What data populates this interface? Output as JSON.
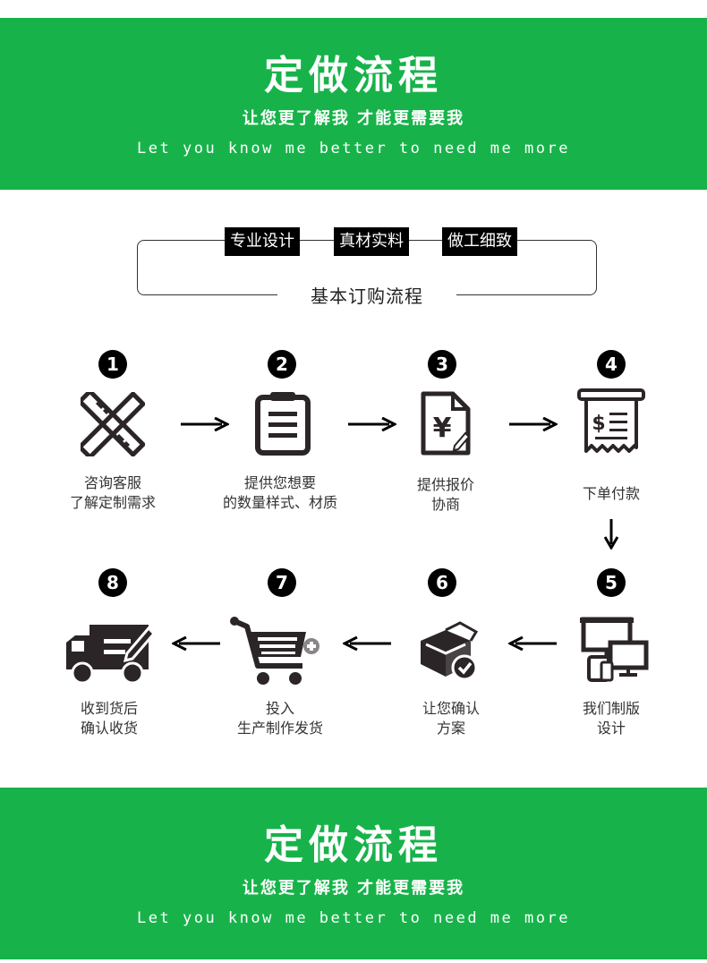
{
  "banner": {
    "title": "定做流程",
    "subtitle": "让您更了解我 才能更需要我",
    "english": "Let you know me better to need me more"
  },
  "tags": [
    "专业设计",
    "真材实料",
    "做工细致"
  ],
  "frame_title": "基本订购流程",
  "steps": [
    {
      "number": "1",
      "icon": "ruler-pencil-icon",
      "line1": "咨询客服",
      "line2": "了解定制需求"
    },
    {
      "number": "2",
      "icon": "clipboard-icon",
      "line1": "提供您想要",
      "line2": "的数量样式、材质"
    },
    {
      "number": "3",
      "icon": "yuan-document-icon",
      "line1": "提供报价",
      "line2": "协商"
    },
    {
      "number": "4",
      "icon": "receipt-icon",
      "line1": "下单付款",
      "line2": ""
    },
    {
      "number": "5",
      "icon": "devices-icon",
      "line1": "我们制版",
      "line2": "设计"
    },
    {
      "number": "6",
      "icon": "box-check-icon",
      "line1": "让您确认",
      "line2": "方案"
    },
    {
      "number": "7",
      "icon": "shopping-cart-icon",
      "line1": "投入",
      "line2": "生产制作发货"
    },
    {
      "number": "8",
      "icon": "delivery-truck-icon",
      "line1": "收到货后",
      "line2": "确认收货"
    }
  ],
  "colors": {
    "green": "#17b34a",
    "dark": "#2b2527"
  }
}
